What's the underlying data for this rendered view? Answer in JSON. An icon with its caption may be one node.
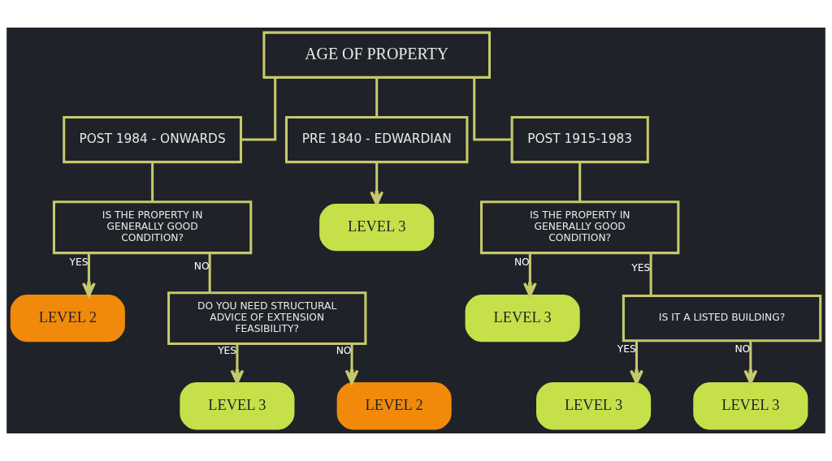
{
  "diagram": {
    "nodes": [
      {
        "text": [
          "AGE OF PROPERTY"
        ]
      },
      {
        "text": [
          "POST 1984 - ONWARDS"
        ]
      },
      {
        "text": [
          "PRE 1840 - EDWARDIAN"
        ]
      },
      {
        "text": [
          "POST 1915-1983"
        ]
      },
      {
        "text": [
          "LEVEL 3"
        ]
      },
      {
        "text": [
          "IS THE PROPERTY IN GENERALLY GOOD CONDITION?"
        ]
      },
      {
        "text": [
          "IS THE PROPERTY IN GENERALLY GOOD CONDITION?"
        ]
      },
      {
        "text": [
          "LEVEL 2"
        ]
      },
      {
        "text": [
          "LEVEL 3"
        ]
      },
      {
        "text": [
          "DO YOU NEED STRUCTURAL ADVICE OF EXTENSION FEASIBILITY?"
        ]
      },
      {
        "text": [
          "IS IT A LISTED BUILDING?"
        ]
      },
      {
        "text": [
          "LEVEL 3"
        ]
      },
      {
        "text": [
          "LEVEL 3"
        ]
      },
      {
        "text": [
          "LEVEL 2"
        ]
      },
      {
        "text": [
          "LEVEL 3"
        ]
      }
    ],
    "edges": [
      {
        "from": 0,
        "to": 1,
        "arrow": "none"
      },
      {
        "from": 0,
        "to": 2,
        "arrow": "none"
      },
      {
        "from": 0,
        "to": 3,
        "arrow": "none"
      },
      {
        "from": 2,
        "to": 4,
        "arrow": "to"
      },
      {
        "from": 1,
        "to": 5,
        "arrow": "none"
      },
      {
        "from": 3,
        "to": 6,
        "arrow": "none"
      },
      {
        "from": 5,
        "to": 7,
        "arrow": "to",
        "label": "YES"
      },
      {
        "from": 5,
        "to": 9,
        "arrow": "none",
        "label": "NO"
      },
      {
        "from": 6,
        "to": 8,
        "arrow": "to",
        "label": "NO"
      },
      {
        "from": 6,
        "to": 10,
        "arrow": "none",
        "label": "YES"
      },
      {
        "from": 9,
        "to": 11,
        "arrow": "to",
        "label": "YES"
      },
      {
        "from": 9,
        "to": 13,
        "arrow": "to",
        "label": "NO"
      },
      {
        "from": 10,
        "to": 12,
        "arrow": "to",
        "label": "YES"
      },
      {
        "from": 10,
        "to": 14,
        "arrow": "to",
        "label": "NO"
      }
    ]
  }
}
